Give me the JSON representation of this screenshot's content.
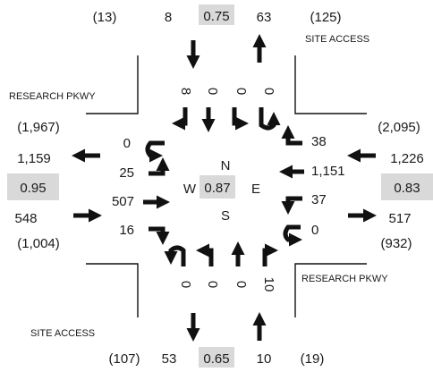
{
  "streets": {
    "north": "SITE ACCESS",
    "south": "SITE ACCESS",
    "west": "RESEARCH PKWY",
    "east": "RESEARCH PKWY"
  },
  "north_approach": {
    "daily_in": "(13)",
    "peak_in": "8",
    "phf": "0.75",
    "peak_out": "63",
    "daily_out": "(125)",
    "turns": {
      "right": "8",
      "through": "0",
      "left": "0",
      "uturn": "0"
    }
  },
  "south_approach": {
    "daily_in": "(107)",
    "peak_in": "53",
    "phf": "0.65",
    "peak_out": "10",
    "daily_out": "(19)",
    "turns": {
      "uturn": "0",
      "left": "0",
      "through": "0",
      "right": "10"
    }
  },
  "west_approach": {
    "daily_out": "(1,967)",
    "peak_out": "1,159",
    "phf": "0.95",
    "peak_in": "548",
    "daily_in": "(1,004)",
    "turns": {
      "uturn": "0",
      "left": "25",
      "through": "507",
      "right": "16"
    }
  },
  "east_approach": {
    "daily_out": "(2,095)",
    "peak_out": "1,226",
    "phf": "0.83",
    "peak_in": "517",
    "daily_in": "(932)",
    "turns": {
      "uturn": "38",
      "left": "1,151",
      "through": "37",
      "right": "0"
    }
  },
  "center": {
    "n": "N",
    "s": "S",
    "w": "W",
    "e": "E",
    "phf": "0.87"
  },
  "colors": {
    "highlight": "#d9d9d9",
    "ink": "#111111"
  }
}
